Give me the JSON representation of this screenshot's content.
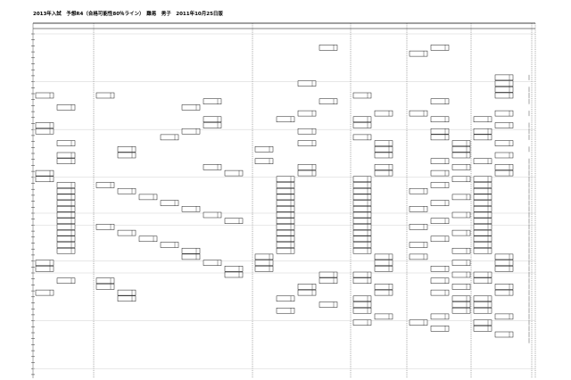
{
  "document": {
    "title": "2013年入試　予想R4（合格可能性80％ライン）　難易　男子　2011年10月25日版",
    "subtitle": ""
  },
  "grid": {
    "columns": [
      {
        "header": ""
      },
      {
        "header": ""
      },
      {
        "header": ""
      },
      {
        "header": ""
      },
      {
        "header": ""
      },
      {
        "header": ""
      },
      {
        "header": ""
      }
    ],
    "row_count": 58
  },
  "cells": [
    {
      "col": 3,
      "row": 3,
      "label": ""
    },
    {
      "col": 5,
      "row": 3,
      "label": ""
    },
    {
      "col": 5,
      "row": 4,
      "label": ""
    },
    {
      "col": 6,
      "row": 8,
      "label": ""
    },
    {
      "col": 7,
      "row": 8,
      "label": ""
    },
    {
      "col": 3,
      "row": 9,
      "label": ""
    },
    {
      "col": 6,
      "row": 9,
      "label": ""
    },
    {
      "col": 6,
      "row": 10,
      "label": ""
    },
    {
      "col": 7,
      "row": 10,
      "label": ""
    },
    {
      "col": 1,
      "row": 11,
      "label": ""
    },
    {
      "col": 2,
      "row": 11,
      "label": ""
    },
    {
      "col": 4,
      "row": 11,
      "label": ""
    },
    {
      "col": 6,
      "row": 11,
      "label": ""
    },
    {
      "col": 7,
      "row": 11,
      "label": ""
    },
    {
      "col": 2,
      "row": 12,
      "label": ""
    },
    {
      "col": 3,
      "row": 12,
      "label": ""
    },
    {
      "col": 5,
      "row": 12,
      "label": ""
    },
    {
      "col": 7,
      "row": 12,
      "label": ""
    },
    {
      "col": 1,
      "row": 13,
      "label": ""
    },
    {
      "col": 2,
      "row": 13,
      "label": ""
    },
    {
      "col": 3,
      "row": 14,
      "label": ""
    },
    {
      "col": 4,
      "row": 14,
      "label": ""
    },
    {
      "col": 5,
      "row": 14,
      "label": ""
    },
    {
      "col": 6,
      "row": 14,
      "label": ""
    },
    {
      "col": 7,
      "row": 14,
      "label": ""
    },
    {
      "col": 2,
      "row": 15,
      "label": ""
    },
    {
      "col": 3,
      "row": 15,
      "label": ""
    },
    {
      "col": 4,
      "row": 15,
      "label": ""
    },
    {
      "col": 5,
      "row": 15,
      "label": ""
    },
    {
      "col": 6,
      "row": 15,
      "label": ""
    },
    {
      "col": 1,
      "row": 16,
      "label": ""
    },
    {
      "col": 2,
      "row": 16,
      "label": ""
    },
    {
      "col": 4,
      "row": 16,
      "label": ""
    },
    {
      "col": 6,
      "row": 16,
      "label": ""
    },
    {
      "col": 7,
      "row": 16,
      "label": ""
    },
    {
      "col": 1,
      "row": 17,
      "label": ""
    },
    {
      "col": 2,
      "row": 17,
      "label": ""
    },
    {
      "col": 3,
      "row": 17,
      "label": ""
    },
    {
      "col": 5,
      "row": 17,
      "label": ""
    },
    {
      "col": 6,
      "row": 17,
      "label": ""
    },
    {
      "col": 7,
      "row": 17,
      "label": ""
    },
    {
      "col": 2,
      "row": 18,
      "label": ""
    },
    {
      "col": 4,
      "row": 18,
      "label": ""
    },
    {
      "col": 5,
      "row": 18,
      "label": ""
    },
    {
      "col": 6,
      "row": 18,
      "label": ""
    },
    {
      "col": 7,
      "row": 18,
      "label": ""
    },
    {
      "col": 1,
      "row": 19,
      "label": ""
    },
    {
      "col": 3,
      "row": 19,
      "label": ""
    },
    {
      "col": 4,
      "row": 19,
      "label": ""
    },
    {
      "col": 5,
      "row": 19,
      "label": ""
    },
    {
      "col": 6,
      "row": 19,
      "label": ""
    },
    {
      "col": 2,
      "row": 20,
      "label": ""
    },
    {
      "col": 3,
      "row": 20,
      "label": ""
    },
    {
      "col": 4,
      "row": 20,
      "label": ""
    },
    {
      "col": 5,
      "row": 20,
      "label": ""
    },
    {
      "col": 7,
      "row": 20,
      "label": ""
    },
    {
      "col": 1,
      "row": 21,
      "label": ""
    },
    {
      "col": 2,
      "row": 21,
      "label": ""
    },
    {
      "col": 4,
      "row": 21,
      "label": ""
    },
    {
      "col": 5,
      "row": 21,
      "label": ""
    },
    {
      "col": 6,
      "row": 21,
      "label": ""
    },
    {
      "col": 1,
      "row": 22,
      "label": ""
    },
    {
      "col": 3,
      "row": 22,
      "label": ""
    },
    {
      "col": 5,
      "row": 22,
      "label": ""
    },
    {
      "col": 6,
      "row": 22,
      "label": ""
    },
    {
      "col": 7,
      "row": 22,
      "label": ""
    },
    {
      "col": 2,
      "row": 23,
      "label": ""
    },
    {
      "col": 3,
      "row": 23,
      "label": ""
    },
    {
      "col": 4,
      "row": 23,
      "label": ""
    },
    {
      "col": 5,
      "row": 23,
      "label": ""
    },
    {
      "col": 6,
      "row": 23,
      "label": ""
    },
    {
      "col": 7,
      "row": 23,
      "label": ""
    },
    {
      "col": 1,
      "row": 24,
      "label": ""
    },
    {
      "col": 2,
      "row": 24,
      "label": ""
    },
    {
      "col": 3,
      "row": 24,
      "label": ""
    },
    {
      "col": 4,
      "row": 24,
      "label": ""
    },
    {
      "col": 5,
      "row": 24,
      "label": ""
    },
    {
      "col": 6,
      "row": 24,
      "label": ""
    },
    {
      "col": 7,
      "row": 24,
      "label": ""
    },
    {
      "col": 1,
      "row": 25,
      "label": ""
    },
    {
      "col": 3,
      "row": 25,
      "label": ""
    },
    {
      "col": 4,
      "row": 25,
      "label": ""
    },
    {
      "col": 5,
      "row": 25,
      "label": ""
    },
    {
      "col": 6,
      "row": 25,
      "label": ""
    },
    {
      "col": 7,
      "row": 25,
      "label": ""
    },
    {
      "col": 1,
      "row": 26,
      "label": ""
    },
    {
      "col": 2,
      "row": 26,
      "label": ""
    },
    {
      "col": 3,
      "row": 26,
      "label": ""
    },
    {
      "col": 4,
      "row": 26,
      "label": ""
    },
    {
      "col": 5,
      "row": 26,
      "label": ""
    },
    {
      "col": 6,
      "row": 26,
      "label": ""
    },
    {
      "col": 7,
      "row": 26,
      "label": ""
    },
    {
      "col": 1,
      "row": 27,
      "label": ""
    },
    {
      "col": 2,
      "row": 27,
      "label": ""
    },
    {
      "col": 3,
      "row": 27,
      "label": ""
    },
    {
      "col": 4,
      "row": 27,
      "label": ""
    },
    {
      "col": 5,
      "row": 27,
      "label": ""
    },
    {
      "col": 6,
      "row": 27,
      "label": ""
    },
    {
      "col": 7,
      "row": 27,
      "label": ""
    },
    {
      "col": 1,
      "row": 28,
      "label": ""
    },
    {
      "col": 2,
      "row": 28,
      "label": ""
    },
    {
      "col": 3,
      "row": 28,
      "label": ""
    },
    {
      "col": 4,
      "row": 28,
      "label": ""
    },
    {
      "col": 5,
      "row": 28,
      "label": ""
    },
    {
      "col": 6,
      "row": 28,
      "label": ""
    },
    {
      "col": 7,
      "row": 28,
      "label": ""
    },
    {
      "col": 1,
      "row": 29,
      "label": ""
    },
    {
      "col": 2,
      "row": 29,
      "label": ""
    },
    {
      "col": 3,
      "row": 29,
      "label": ""
    },
    {
      "col": 4,
      "row": 29,
      "label": ""
    },
    {
      "col": 5,
      "row": 29,
      "label": ""
    },
    {
      "col": 6,
      "row": 29,
      "label": ""
    },
    {
      "col": 7,
      "row": 29,
      "label": ""
    },
    {
      "col": 1,
      "row": 30,
      "label": ""
    },
    {
      "col": 2,
      "row": 30,
      "label": ""
    },
    {
      "col": 3,
      "row": 30,
      "label": ""
    },
    {
      "col": 4,
      "row": 30,
      "label": ""
    },
    {
      "col": 5,
      "row": 30,
      "label": ""
    },
    {
      "col": 6,
      "row": 30,
      "label": ""
    },
    {
      "col": 7,
      "row": 30,
      "label": ""
    },
    {
      "col": 1,
      "row": 31,
      "label": ""
    },
    {
      "col": 2,
      "row": 31,
      "label": ""
    },
    {
      "col": 3,
      "row": 31,
      "label": ""
    },
    {
      "col": 4,
      "row": 31,
      "label": ""
    },
    {
      "col": 5,
      "row": 31,
      "label": ""
    },
    {
      "col": 6,
      "row": 31,
      "label": ""
    },
    {
      "col": 7,
      "row": 31,
      "label": ""
    },
    {
      "col": 1,
      "row": 32,
      "label": ""
    },
    {
      "col": 2,
      "row": 32,
      "label": ""
    },
    {
      "col": 3,
      "row": 32,
      "label": ""
    },
    {
      "col": 4,
      "row": 32,
      "label": ""
    },
    {
      "col": 5,
      "row": 32,
      "label": ""
    },
    {
      "col": 6,
      "row": 32,
      "label": ""
    },
    {
      "col": 7,
      "row": 32,
      "label": ""
    },
    {
      "col": 1,
      "row": 33,
      "label": ""
    },
    {
      "col": 2,
      "row": 33,
      "label": ""
    },
    {
      "col": 3,
      "row": 33,
      "label": ""
    },
    {
      "col": 4,
      "row": 33,
      "label": ""
    },
    {
      "col": 5,
      "row": 33,
      "label": ""
    },
    {
      "col": 6,
      "row": 33,
      "label": ""
    },
    {
      "col": 7,
      "row": 33,
      "label": ""
    },
    {
      "col": 1,
      "row": 34,
      "label": ""
    },
    {
      "col": 2,
      "row": 34,
      "label": ""
    },
    {
      "col": 3,
      "row": 34,
      "label": ""
    },
    {
      "col": 4,
      "row": 34,
      "label": ""
    },
    {
      "col": 5,
      "row": 34,
      "label": ""
    },
    {
      "col": 6,
      "row": 34,
      "label": ""
    },
    {
      "col": 7,
      "row": 34,
      "label": ""
    },
    {
      "col": 1,
      "row": 35,
      "label": ""
    },
    {
      "col": 2,
      "row": 35,
      "label": ""
    },
    {
      "col": 3,
      "row": 35,
      "label": ""
    },
    {
      "col": 4,
      "row": 35,
      "label": ""
    },
    {
      "col": 5,
      "row": 35,
      "label": ""
    },
    {
      "col": 6,
      "row": 35,
      "label": ""
    },
    {
      "col": 7,
      "row": 35,
      "label": ""
    },
    {
      "col": 1,
      "row": 36,
      "label": ""
    },
    {
      "col": 2,
      "row": 36,
      "label": ""
    },
    {
      "col": 3,
      "row": 36,
      "label": ""
    },
    {
      "col": 4,
      "row": 36,
      "label": ""
    },
    {
      "col": 5,
      "row": 36,
      "label": ""
    },
    {
      "col": 6,
      "row": 36,
      "label": ""
    },
    {
      "col": 7,
      "row": 36,
      "label": ""
    },
    {
      "col": 1,
      "row": 37,
      "label": ""
    },
    {
      "col": 2,
      "row": 37,
      "label": ""
    },
    {
      "col": 3,
      "row": 37,
      "label": ""
    },
    {
      "col": 4,
      "row": 37,
      "label": ""
    },
    {
      "col": 5,
      "row": 37,
      "label": ""
    },
    {
      "col": 6,
      "row": 37,
      "label": ""
    },
    {
      "col": 7,
      "row": 37,
      "label": ""
    },
    {
      "col": 2,
      "row": 38,
      "label": ""
    },
    {
      "col": 3,
      "row": 38,
      "label": ""
    },
    {
      "col": 4,
      "row": 38,
      "label": ""
    },
    {
      "col": 5,
      "row": 38,
      "label": ""
    },
    {
      "col": 6,
      "row": 38,
      "label": ""
    },
    {
      "col": 7,
      "row": 38,
      "label": ""
    },
    {
      "col": 1,
      "row": 39,
      "label": ""
    },
    {
      "col": 2,
      "row": 39,
      "label": ""
    },
    {
      "col": 3,
      "row": 39,
      "label": ""
    },
    {
      "col": 4,
      "row": 39,
      "label": ""
    },
    {
      "col": 5,
      "row": 39,
      "label": ""
    },
    {
      "col": 6,
      "row": 39,
      "label": ""
    },
    {
      "col": 7,
      "row": 39,
      "label": ""
    },
    {
      "col": 1,
      "row": 40,
      "label": ""
    },
    {
      "col": 2,
      "row": 40,
      "label": ""
    },
    {
      "col": 3,
      "row": 40,
      "label": ""
    },
    {
      "col": 4,
      "row": 40,
      "label": ""
    },
    {
      "col": 5,
      "row": 40,
      "label": ""
    },
    {
      "col": 6,
      "row": 40,
      "label": ""
    },
    {
      "col": 7,
      "row": 40,
      "label": ""
    },
    {
      "col": 2,
      "row": 41,
      "label": ""
    },
    {
      "col": 3,
      "row": 41,
      "label": ""
    },
    {
      "col": 4,
      "row": 41,
      "label": ""
    },
    {
      "col": 5,
      "row": 41,
      "label": ""
    },
    {
      "col": 6,
      "row": 41,
      "label": ""
    },
    {
      "col": 7,
      "row": 41,
      "label": ""
    },
    {
      "col": 1,
      "row": 42,
      "label": ""
    },
    {
      "col": 2,
      "row": 42,
      "label": ""
    },
    {
      "col": 3,
      "row": 42,
      "label": ""
    },
    {
      "col": 4,
      "row": 42,
      "label": ""
    },
    {
      "col": 5,
      "row": 42,
      "label": ""
    },
    {
      "col": 6,
      "row": 42,
      "label": ""
    },
    {
      "col": 7,
      "row": 42,
      "label": ""
    },
    {
      "col": 2,
      "row": 43,
      "label": ""
    },
    {
      "col": 3,
      "row": 43,
      "label": ""
    },
    {
      "col": 4,
      "row": 43,
      "label": ""
    },
    {
      "col": 5,
      "row": 43,
      "label": ""
    },
    {
      "col": 6,
      "row": 43,
      "label": ""
    },
    {
      "col": 7,
      "row": 43,
      "label": ""
    },
    {
      "col": 1,
      "row": 44,
      "label": ""
    },
    {
      "col": 2,
      "row": 44,
      "label": ""
    },
    {
      "col": 3,
      "row": 44,
      "label": ""
    },
    {
      "col": 4,
      "row": 44,
      "label": ""
    },
    {
      "col": 5,
      "row": 44,
      "label": ""
    },
    {
      "col": 6,
      "row": 44,
      "label": ""
    },
    {
      "col": 7,
      "row": 44,
      "label": ""
    },
    {
      "col": 2,
      "row": 45,
      "label": ""
    },
    {
      "col": 3,
      "row": 45,
      "label": ""
    },
    {
      "col": 4,
      "row": 45,
      "label": ""
    },
    {
      "col": 5,
      "row": 45,
      "label": ""
    },
    {
      "col": 6,
      "row": 45,
      "label": ""
    },
    {
      "col": 7,
      "row": 45,
      "label": ""
    },
    {
      "col": 3,
      "row": 46,
      "label": ""
    },
    {
      "col": 4,
      "row": 46,
      "label": ""
    },
    {
      "col": 5,
      "row": 46,
      "label": ""
    },
    {
      "col": 6,
      "row": 46,
      "label": ""
    },
    {
      "col": 7,
      "row": 46,
      "label": ""
    },
    {
      "col": 3,
      "row": 47,
      "label": ""
    },
    {
      "col": 4,
      "row": 47,
      "label": ""
    },
    {
      "col": 5,
      "row": 47,
      "label": ""
    },
    {
      "col": 6,
      "row": 47,
      "label": ""
    },
    {
      "col": 7,
      "row": 47,
      "label": ""
    },
    {
      "col": 4,
      "row": 48,
      "label": ""
    },
    {
      "col": 5,
      "row": 48,
      "label": ""
    },
    {
      "col": 6,
      "row": 48,
      "label": ""
    },
    {
      "col": 7,
      "row": 48,
      "label": ""
    },
    {
      "col": 4,
      "row": 49,
      "label": ""
    },
    {
      "col": 5,
      "row": 49,
      "label": ""
    },
    {
      "col": 6,
      "row": 49,
      "label": ""
    },
    {
      "col": 7,
      "row": 49,
      "label": ""
    },
    {
      "col": 5,
      "row": 50,
      "label": ""
    },
    {
      "col": 6,
      "row": 50,
      "label": ""
    },
    {
      "col": 7,
      "row": 50,
      "label": ""
    },
    {
      "col": 6,
      "row": 51,
      "label": ""
    },
    {
      "col": 7,
      "row": 51,
      "label": ""
    },
    {
      "col": 7,
      "row": 52,
      "label": ""
    }
  ]
}
